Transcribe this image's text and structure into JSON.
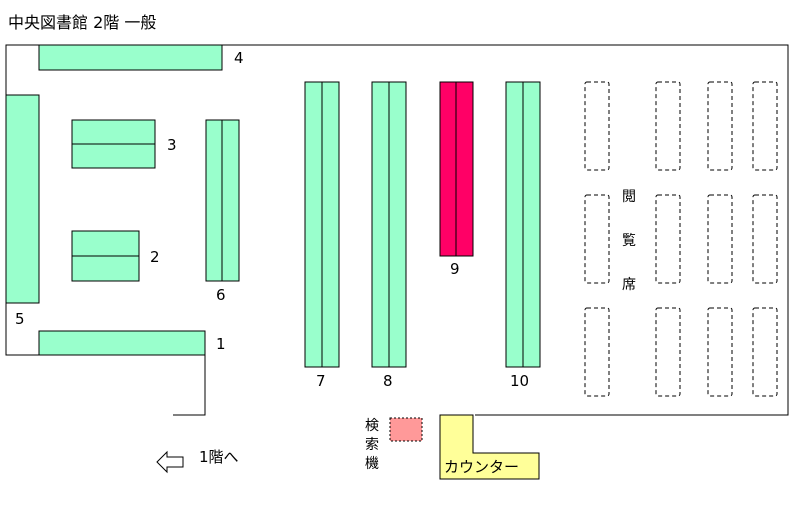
{
  "title": "中央図書館 2階 一般",
  "shelves": {
    "s1": "1",
    "s2": "2",
    "s3": "3",
    "s4": "4",
    "s5": "5",
    "s6": "6",
    "s7": "7",
    "s8": "8",
    "s9": "9",
    "s10": "10"
  },
  "reading_area": {
    "line1": "閲",
    "line2": "覧",
    "line3": "席"
  },
  "search_terminal": {
    "line1": "検",
    "line2": "索",
    "line3": "機"
  },
  "counter": {
    "label": "カウンター"
  },
  "exit": {
    "label": "1階へ",
    "arrow_icon": "arrow-left-icon"
  },
  "colors": {
    "shelf": "#99ffcc",
    "highlighted_shelf": "#ff0066",
    "search_terminal": "#ff9999",
    "counter": "#ffff99"
  }
}
